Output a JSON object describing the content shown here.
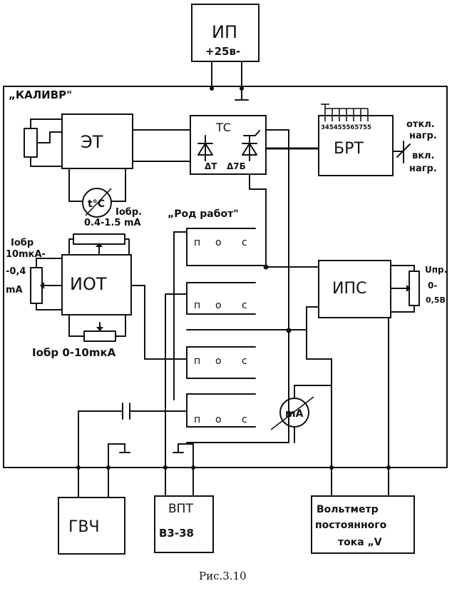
{
  "device_title": "„КАЛИВР\"",
  "blocks": {
    "ip": {
      "label": "ИП",
      "sublabel": "+25в-"
    },
    "et": {
      "label": "ЭТ"
    },
    "tc": {
      "label": "ТС",
      "diode_left": "ΔТ",
      "diode_right": "Δ7Б"
    },
    "brt": {
      "label": "БРТ",
      "pins": "345455565755"
    },
    "iot": {
      "label": "ИОТ"
    },
    "ips": {
      "label": "ИПС"
    },
    "gvch": {
      "label": "ГВЧ"
    },
    "vpt": {
      "label": "ВПТ",
      "model": "В3-38"
    },
    "voltmeter": {
      "line1": "Вольтметр",
      "line2": "постоянного",
      "line3": "тока „V"
    }
  },
  "labels": {
    "temp_meter": "t°C",
    "iobr_top_1": "Iобр.",
    "iobr_top_2": "0.4-1.5 mA",
    "mode_title": "„Род работ\"",
    "iobr_left_1": "Iобр",
    "iobr_left_2": "10mкА-",
    "iobr_left_3": "-0,4",
    "iobr_left_4": "mА",
    "iobr_bottom": "Iобр 0-10mкА",
    "load_off_1": "откл.",
    "load_off_2": "нагр.",
    "load_on_1": "вкл.",
    "load_on_2": "нагр.",
    "upr_1": "Uпр.",
    "upr_2": "0-",
    "upr_3": "0,5В",
    "ma_meter": "mA"
  },
  "switch_rows": [
    {
      "n": "п",
      "o": "о",
      "c": "с"
    },
    {
      "n": "п",
      "o": "о",
      "c": "с"
    },
    {
      "n": "п",
      "o": "о",
      "c": "с"
    },
    {
      "n": "п",
      "o": "о",
      "c": "с"
    }
  ],
  "caption": "Рис.3.10"
}
